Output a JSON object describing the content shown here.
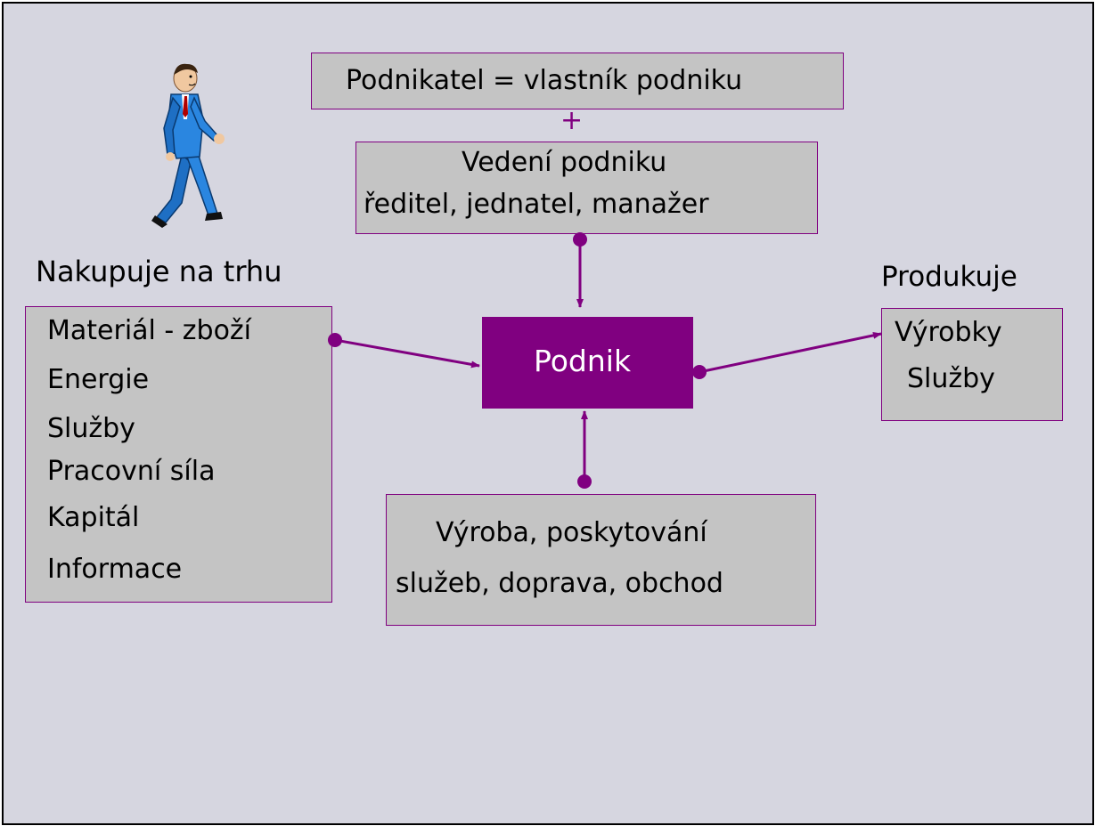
{
  "owner": {
    "label": "Podnikatel = vlastník podniku"
  },
  "connector_plus": "+",
  "management": {
    "title": "Vedení podniku",
    "roles": "ředitel, jednatel, manažer"
  },
  "inputs": {
    "heading": "Nakupuje na trhu",
    "items": [
      "Materiál - zboží",
      "Energie",
      "Služby",
      "Pracovní síla",
      "Kapitál",
      "Informace"
    ]
  },
  "company": {
    "label": "Podnik"
  },
  "outputs": {
    "heading": "Produkuje",
    "items": [
      "Výrobky",
      "Služby"
    ]
  },
  "activities": {
    "line1": "Výroba, poskytování",
    "line2": "služeb, doprava, obchod"
  },
  "colors": {
    "accent": "#800080",
    "box_fill": "#c4c4c4",
    "background": "#d6d6e0"
  },
  "icons": {
    "figure": "walking-businessman-icon"
  }
}
